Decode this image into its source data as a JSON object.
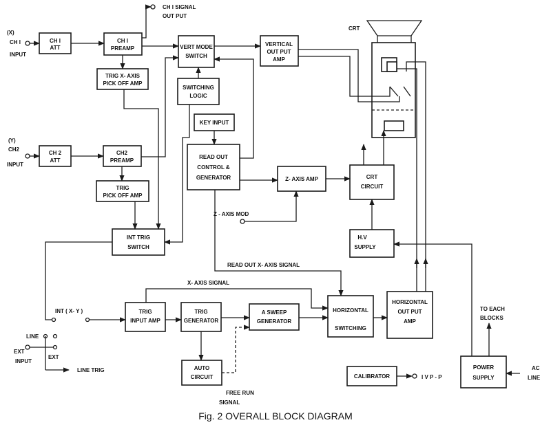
{
  "caption": "Fig. 2 OVERALL BLOCK DIAGRAM",
  "blocks": {
    "ch1_att": [
      "CH I",
      "ATT"
    ],
    "ch1_preamp": [
      "CH I",
      "PREAMP"
    ],
    "vert_mode_switch": [
      "VERT MODE",
      "SWITCH"
    ],
    "vertical_output_amp": [
      "VERTICAL",
      "OUT PUT",
      "AMP"
    ],
    "trig_xaxis_pickoff": [
      "TRIG  X- AXIS",
      "PICK OFF AMP"
    ],
    "switching_logic": [
      "SWITCHING",
      "LOGIC"
    ],
    "key_input": [
      "KEY INPUT"
    ],
    "readout_control": [
      "READ  OUT",
      "CONTROL &",
      "GENERATOR"
    ],
    "ch2_att": [
      "CH 2",
      "ATT"
    ],
    "ch2_preamp": [
      "CH2",
      "PREAMP"
    ],
    "trig_pickoff": [
      "TRIG",
      "PICK OFF AMP"
    ],
    "zaxis_amp": [
      "Z- AXIS AMP"
    ],
    "crt_circuit": [
      "CRT",
      "CIRCUIT"
    ],
    "int_trig_switch": [
      "INT  TRIG",
      "SWITCH"
    ],
    "hv_supply": [
      "H.V",
      "SUPPLY"
    ],
    "trig_input_amp": [
      "TRIG",
      "INPUT AMP"
    ],
    "trig_generator": [
      "TRIG",
      "GENERATOR"
    ],
    "a_sweep_generator": [
      "A  SWEEP",
      "GENERATOR"
    ],
    "horizontal_switching": [
      "HORIZONTAL",
      "SWITCHING"
    ],
    "horizontal_output_amp": [
      "HORIZONTAL",
      "OUT PUT",
      "AMP"
    ],
    "auto_circuit": [
      "AUTO",
      "CIRCUIT"
    ],
    "calibrator": [
      "CALIBRATOR"
    ],
    "power_supply": [
      "POWER",
      "SUPPLY"
    ]
  },
  "labels": {
    "ch1_input": [
      "(X)",
      "CH I",
      "INPUT"
    ],
    "ch2_input": [
      "(Y)",
      "CH2",
      "INPUT"
    ],
    "ch1_signal_output": [
      "CH I  SIGNAL",
      "OUT PUT"
    ],
    "crt": "CRT",
    "zaxis_mod": "Z - AXIS MOD",
    "readout_xaxis_signal": "READ OUT  X- AXIS  SIGNAL",
    "xaxis_signal": "X- AXIS  SIGNAL",
    "int_xy": "INT ( X- Y )",
    "line": "LINE",
    "ext": "EXT",
    "ext_input": [
      "EXT",
      "INPUT"
    ],
    "line_trig": "LINE  TRIG",
    "free_run_signal": [
      "FREE  RUN",
      "SIGNAL"
    ],
    "one_vpp": "I V P - P",
    "to_each_blocks": [
      "TO EACH",
      "BLOCKS"
    ],
    "ac_line": [
      "AC",
      "LINE"
    ]
  }
}
